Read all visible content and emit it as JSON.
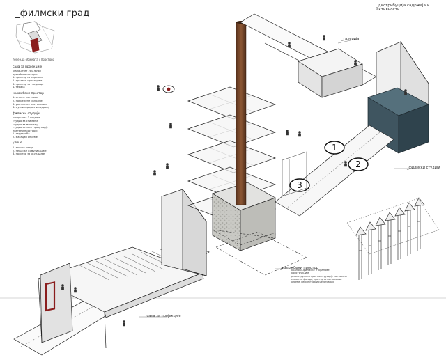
{
  "header": {
    "title": "_филмски град",
    "top_right": "_дистрибуција садржаја и активности"
  },
  "legend": {
    "title": "легенда објеката / простора",
    "sections": [
      {
        "title": "сала за пројекције",
        "items": [
          "-капацитет 280 људи",
          "пратећи простори:",
          "1. простор са опремом",
          "2. пратеће просторије",
          "3. простор за гледаоце",
          "4. тераса"
        ]
      },
      {
        "title": "изложбени простор",
        "items": [
          "1. сталне поставке",
          "2. повремене изложбе",
          "3. уметничке инсталације",
          "4. мултимедијални садржај"
        ]
      },
      {
        "title": "филмски студији",
        "items": [
          "-површина 3 студија",
          "студио за снимање",
          "студио за монтажу",
          "студио за пост продукцију",
          "пратећи простори:",
          "1. гардероба",
          "2. магацин опреме"
        ]
      },
      {
        "title": "улице",
        "items": [
          "1. колске улице",
          "2. пешачке комуникације",
          "3. простор за окупљање"
        ]
      }
    ]
  },
  "labels": {
    "gallery": "_галерија",
    "studios": "_филмски студији",
    "exhibition": "_изложбени простор",
    "projection_hall": "_сала за пројекције",
    "cranes": "кранови-филмске + кранове конструкције",
    "cranes_desc": "реконструисане кран конструкције као носећи елементи фасаде; простор за постављање опреме, рефлектора и сценографије"
  },
  "diagram": {
    "studio_numbers": [
      "1",
      "2",
      "3"
    ]
  },
  "colors": {
    "chimney": "#7a4a2e",
    "studio_dark": "#3f5560",
    "line": "#222222",
    "panel": "#eeeeee",
    "accent_red": "#8a1d1d"
  }
}
